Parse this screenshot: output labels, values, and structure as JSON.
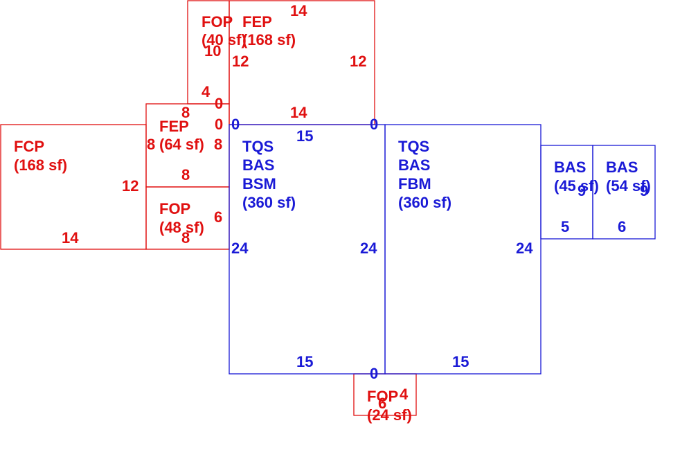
{
  "colors": {
    "red": "#e01010",
    "blue": "#1a1ad6",
    "background": "#ffffff"
  },
  "areas": {
    "fop_40": {
      "code": "FOP",
      "area": "(40 sf)"
    },
    "fep_168": {
      "code": "FEP",
      "area": "(168 sf)"
    },
    "fep_64": {
      "code": "FEP",
      "area": "(64 sf)"
    },
    "fcp_168": {
      "code": "FCP",
      "area": "(168 sf)"
    },
    "fop_48": {
      "code": "FOP",
      "area": "(48 sf)"
    },
    "main_left": {
      "codes": [
        "TQS",
        "BAS",
        "BSM"
      ],
      "area": "(360 sf)"
    },
    "main_right": {
      "codes": [
        "TQS",
        "BAS",
        "FBM"
      ],
      "area": "(360 sf)"
    },
    "bas_45": {
      "code": "BAS",
      "area": "(45 sf)"
    },
    "bas_54": {
      "code": "BAS",
      "area": "(54 sf)"
    },
    "fop_24": {
      "code": "FOP",
      "area": "(24 sf)"
    }
  },
  "dimensions": {
    "red": {
      "fep_top": "14",
      "fep_left": "12",
      "fep_right": "12",
      "fep_bottom": "14",
      "fop40_left": "10",
      "fop40_bottom": "4",
      "fop40_zero": "0",
      "zero_mid": "0",
      "fep64_top": "8",
      "fep64_left": "8",
      "fep64_right": "8",
      "fep64_bottom": "8",
      "fcp_right": "12",
      "fcp_bottom": "14",
      "fop48_right": "6",
      "fop48_bottom": "8",
      "fop24_right": "4",
      "fop24_bottom": "6"
    },
    "blue": {
      "zero_left": "0",
      "zero_right": "0",
      "top_15": "15",
      "left_24": "24",
      "mid_24": "24",
      "right_24": "24",
      "bottom_15_left": "15",
      "bottom_15_right": "15",
      "bottom_zero": "0",
      "bas45_9": "9",
      "bas45_5": "5",
      "bas54_9": "9",
      "bas54_6": "6"
    }
  }
}
